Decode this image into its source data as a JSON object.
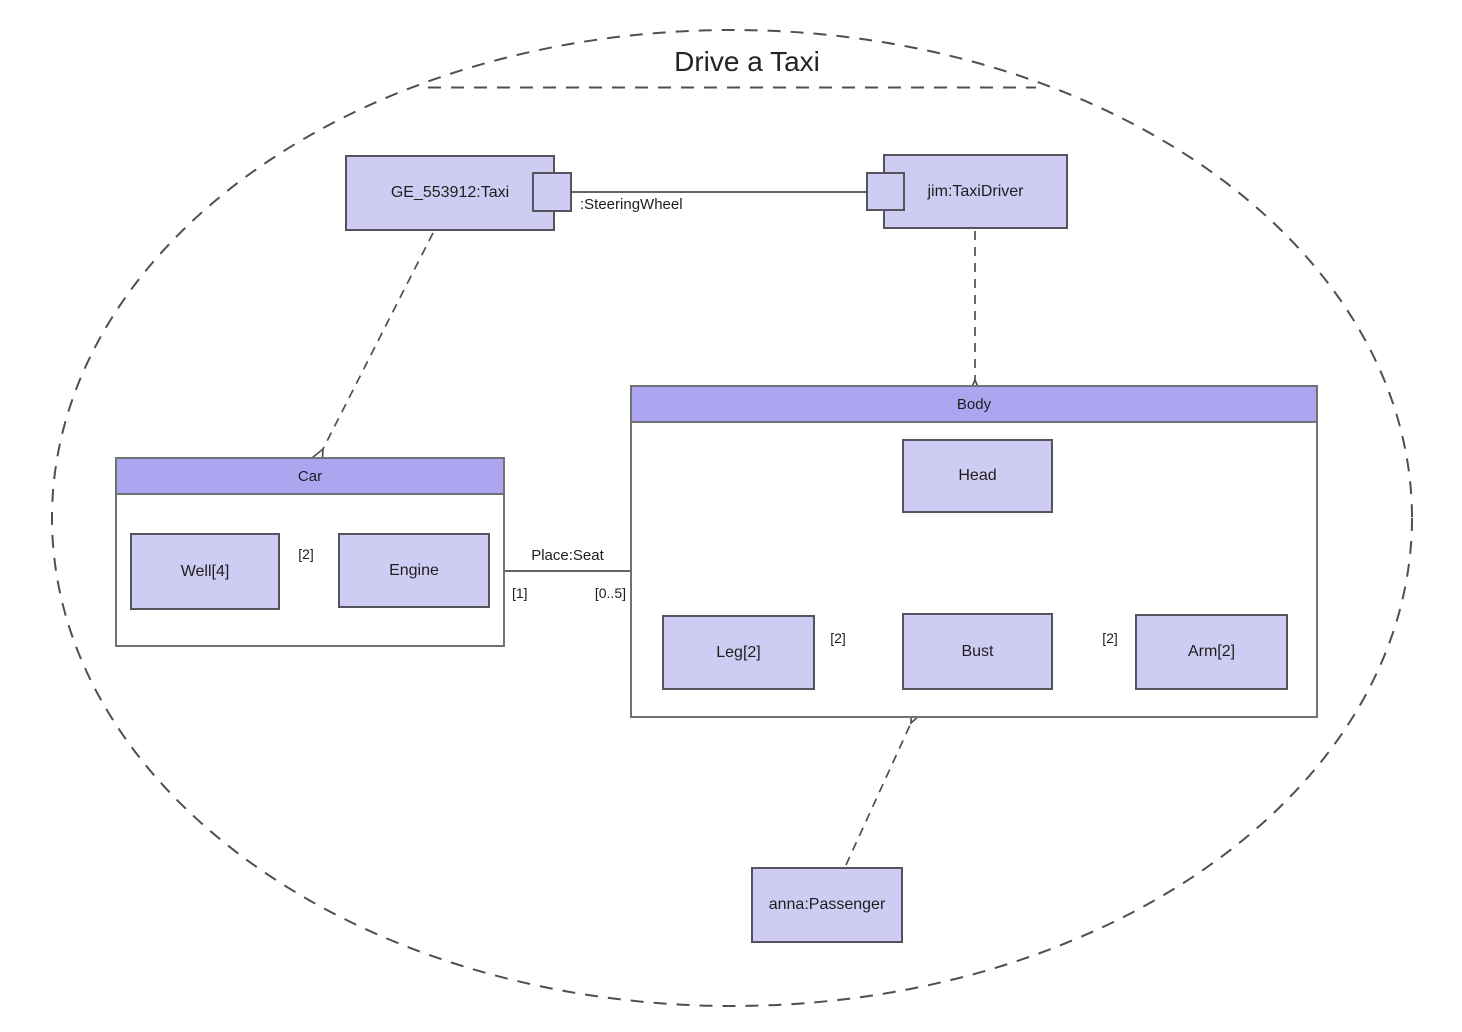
{
  "title": "Drive a Taxi",
  "instances": {
    "taxi": "GE_553912:Taxi",
    "driver": "jim:TaxiDriver",
    "passenger": "anna:Passenger"
  },
  "car": {
    "title": "Car",
    "well": "Well[4]",
    "engine": "Engine",
    "mult_well_engine": "[2]"
  },
  "body": {
    "title": "Body",
    "head": "Head",
    "bust": "Bust",
    "leg": "Leg[2]",
    "arm": "Arm[2]",
    "mult_leg_bust": "[2]",
    "mult_bust_arm": "[2]"
  },
  "connectors": {
    "steering_wheel": ":SteeringWheel",
    "place_seat": "Place:Seat",
    "mult_place_left": "[1]",
    "mult_place_right": "[0..5]"
  },
  "colors": {
    "node_fill": "#cfccf3",
    "header_fill": "#aba6ef",
    "node_border": "#55535e",
    "container_border": "#717171",
    "line": "#4f4f4f",
    "text": "#1e1e1e"
  }
}
